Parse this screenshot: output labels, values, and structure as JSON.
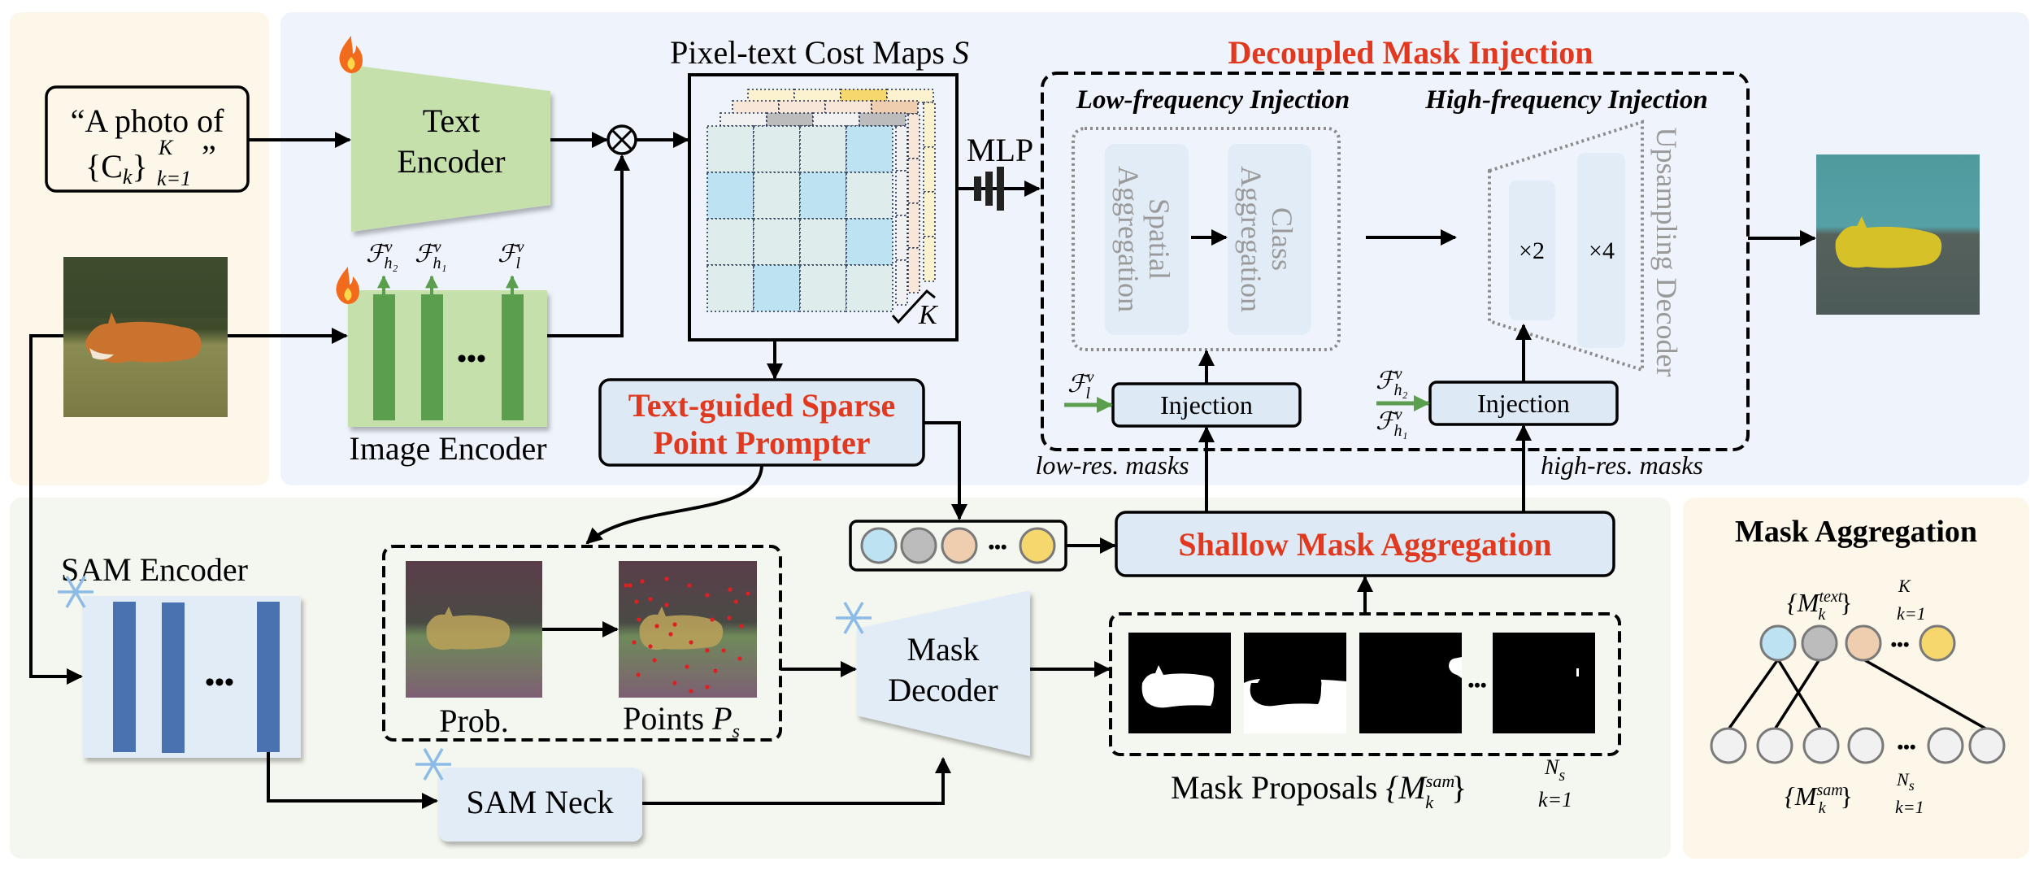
{
  "figure": {
    "title": "Decoupled Mask Injection",
    "colors": {
      "accent_red": "#e0391f",
      "panel_beige": "#fdf7ea",
      "panel_blue": "#eff4fc",
      "panel_green": "#f4f7ef",
      "encoder_green": "#c5e0ab",
      "encoder_bar_green": "#5a9e4e",
      "sam_blue_bar": "#4a72b0",
      "box_blue": "#ddeaf6",
      "circle_blue": "#bde3f2",
      "circle_grey": "#bcbcbc",
      "circle_peach": "#efceb0",
      "circle_yellow": "#f5d76e",
      "circle_light": "#f1f1f1"
    }
  },
  "input": {
    "prompt_line1": "“A photo of",
    "prompt_math_base": "{C",
    "prompt_math_sub": "k",
    "prompt_math_close": "}",
    "prompt_sup": "K",
    "prompt_subscript": "k=1",
    "prompt_close_quote": "”",
    "image_alt": "corgi running on grass"
  },
  "text_encoder": {
    "line1": "Text",
    "line2": "Encoder",
    "status_icon": "fire-icon"
  },
  "image_encoder": {
    "label": "Image Encoder",
    "ellipsis": "•••",
    "status_icon": "fire-icon",
    "features": [
      {
        "base": "ℱ",
        "sup": "v",
        "sub": "h₂"
      },
      {
        "base": "ℱ",
        "sup": "v",
        "sub": "h₁"
      },
      {
        "base": "ℱ",
        "sup": "v",
        "sub": "l"
      }
    ]
  },
  "multiply_symbol": "⊗",
  "cost_maps": {
    "label": "Pixel-text Cost Maps ",
    "label_var": "S",
    "depth_label": "K",
    "mlp_label": "MLP"
  },
  "decoupled": {
    "title": "Decoupled Mask Injection",
    "low_title": "Low-frequency Injection",
    "high_title": "High-frequency Injection",
    "spatial_line1": "Spatial",
    "spatial_line2": "Aggregation",
    "class_line1": "Class",
    "class_line2": "Aggregation",
    "x2": "×2",
    "x4": "×4",
    "upsampling": "Upsampling Decoder",
    "injection_label": "Injection",
    "low_feature": {
      "base": "ℱ",
      "sup": "v",
      "sub": "l"
    },
    "high_feature_1": {
      "base": "ℱ",
      "sup": "v",
      "sub": "h₂"
    },
    "high_feature_2": {
      "base": "ℱ",
      "sup": "v",
      "sub": "h₁"
    },
    "low_res_label": "low-res. masks",
    "high_res_label": "high-res. masks"
  },
  "prompter": {
    "line1": "Text-guided Sparse",
    "line2": "Point Prompter"
  },
  "sam": {
    "encoder_label": "SAM Encoder",
    "neck_label": "SAM Neck",
    "ellipsis": "•••",
    "status_icon": "snowflake-icon"
  },
  "prompt_points": {
    "prob_label": "Prob.",
    "points_label": "Points ",
    "points_var": "P",
    "points_sub": "s"
  },
  "mask_decoder": {
    "line1": "Mask",
    "line2": "Decoder"
  },
  "shallow": {
    "label": "Shallow Mask Aggregation",
    "ellipsis": "•••"
  },
  "proposals": {
    "label": "Mask Proposals ",
    "math_base": "{M",
    "math_sup": "sam",
    "math_sub": "k",
    "math_close": "}",
    "outer_sup": "N",
    "outer_sup_sub": "s",
    "outer_sub": "k=1",
    "ellipsis": "•••",
    "count_shown": 4
  },
  "mask_aggregation": {
    "title": "Mask Aggregation",
    "top_base": "{M",
    "top_sup": "text",
    "top_sub": "k",
    "top_close": "}",
    "top_outer_sup": "K",
    "top_outer_sub": "k=1",
    "bottom_base": "{M",
    "bottom_sup": "sam",
    "bottom_sub": "k",
    "bottom_close": "}",
    "bottom_outer_sup": "N",
    "bottom_outer_sup_sub": "s",
    "bottom_outer_sub": "k=1",
    "ellipsis": "•••",
    "top_nodes": [
      "blue",
      "grey",
      "peach",
      "yellow"
    ],
    "bottom_node_count": 6,
    "links": [
      [
        0,
        0
      ],
      [
        0,
        2
      ],
      [
        1,
        1
      ],
      [
        2,
        5
      ]
    ]
  },
  "output": {
    "image_alt": "segmented corgi result"
  }
}
